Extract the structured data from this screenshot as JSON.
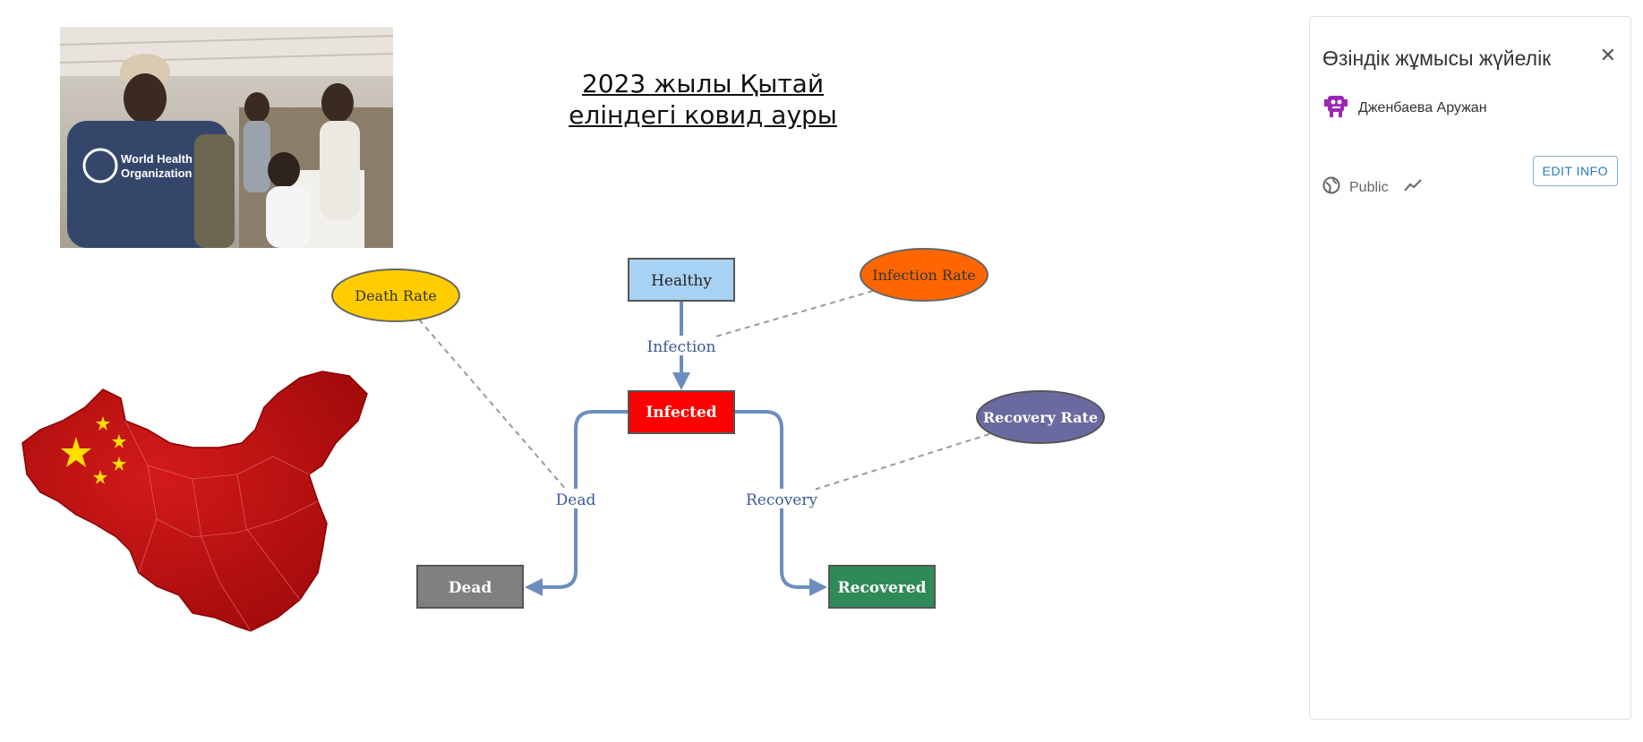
{
  "diagram": {
    "title_line1": "2023 жылы Қытай",
    "title_line2": "еліндегі ковид ауры",
    "stocks": {
      "healthy": "Healthy",
      "infected": "Infected",
      "dead": "Dead",
      "recovered": "Recovered"
    },
    "flows": {
      "infection": "Infection",
      "dead": "Dead",
      "recovery": "Recovery"
    },
    "variables": {
      "death_rate": "Death Rate",
      "infection_rate": "Infection Rate",
      "recovery_rate": "Recovery Rate"
    },
    "colors": {
      "healthy": "#a8d2f4",
      "infected": "#ff0000",
      "dead": "#808080",
      "recovered": "#2e8b57",
      "death_rate": "#ffcc00",
      "infection_rate": "#ff6600",
      "recovery_rate": "#6a6aa0",
      "flow": "#6c8ebf",
      "link": "#999999"
    },
    "photo_text": "World Health Organization"
  },
  "panel": {
    "title": "Өзіндік жұмысы жүйелік",
    "author": "Дженбаева Аружан",
    "visibility": "Public",
    "edit_label": "EDIT INFO"
  }
}
